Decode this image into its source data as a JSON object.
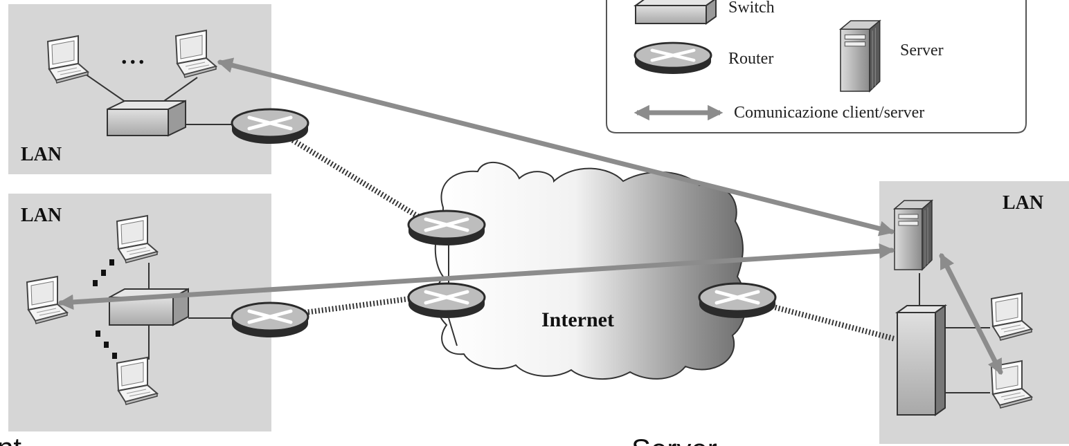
{
  "legend": {
    "switch_label": "Switch",
    "router_label": "Router",
    "server_label": "Server",
    "link_label": "Comunicazione client/server"
  },
  "lans": {
    "top_left_label": "LAN",
    "bottom_left_label": "LAN",
    "right_label": "LAN"
  },
  "internet_label": "Internet",
  "top_left_dots": "...",
  "captions": {
    "left": "nt",
    "right": "Server"
  },
  "colors": {
    "lan_background": "#d6d6d6",
    "arrow": "#8c8c8c",
    "router_top": "#bdbdbd",
    "router_side": "#2b2b2b",
    "legend_border": "#555555"
  }
}
